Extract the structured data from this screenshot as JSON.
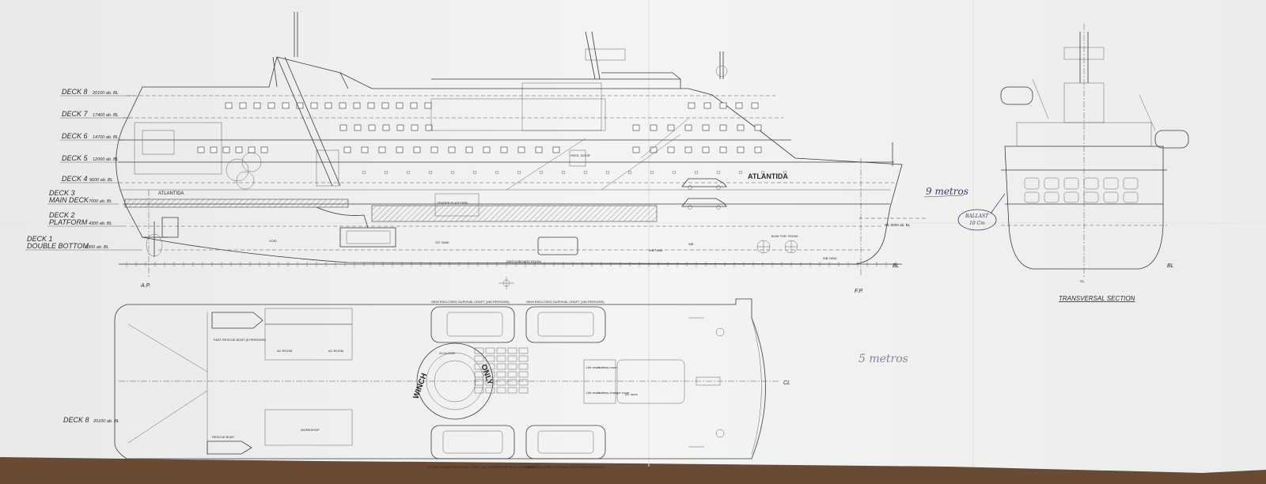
{
  "decks": [
    {
      "name": "DECK 8",
      "height": "20100 ab. BL"
    },
    {
      "name": "DECK 7",
      "height": "17400 ab. BL"
    },
    {
      "name": "DECK 6",
      "height": "14700 ab. BL"
    },
    {
      "name": "DECK 5",
      "height": "12000 ab. BL"
    },
    {
      "name": "DECK 4",
      "height": "9600 ab. BL"
    },
    {
      "name": "DECK 3",
      "sub": "MAIN DECK",
      "height": "7000 ab. BL"
    },
    {
      "name": "DECK 2",
      "sub": "PLATFORM",
      "height": "4300 ab. BL"
    },
    {
      "name": "DECK 1",
      "sub": "DOUBLE BOTTOM",
      "height": "1300 ab. BL"
    }
  ],
  "profile": {
    "ship_name": "ATLANTIDA",
    "ship_name_stern": "ATLANTIDA",
    "ap_label": "A.P.",
    "fp_label": "F.P.",
    "bl_label": "BL",
    "wl_label": "WL 5000 ab. BL",
    "pass_door": "PASS. DOOR",
    "tender_platform": "TENDER PLATFORM",
    "bow_thr_room": "BOW THR. ROOM",
    "annotations": [
      "GO TANK",
      "VOID",
      "WB TANK",
      "WB",
      "WB TANK",
      "SWITCHBOARD ROOM"
    ]
  },
  "plan": {
    "deck_label": "DECK 8",
    "deck_height": "20100 ab. BL",
    "cl_label": "CL",
    "winch_text": "WINCH",
    "only_text": "ONLY",
    "fast_rescue_boat": "FAST RESCUE BOAT (6 PERSONS)",
    "rescue_boat": "RESCUE BOAT",
    "ac_room_1": "AC ROOM",
    "ac_room_2": "AC ROOM",
    "ac_room_3": "AC room",
    "survival_craft_1": "SEMI ENCLOSED SURVIVAL CRAFT (150 PERSONS)",
    "survival_craft_2": "SEMI ENCLOSED SURVIVAL CRAFT (150 PERSONS)",
    "cruise_tender": "CRUISE TENDER/SURVIVAL CRAFT (90 TENDER)/(150 SURV.) PERSONS",
    "survival_craft_3": "SEMI ENCLOSED SURVIVAL CRAFT (150 PERSONS)",
    "life_vests_1": "Life vests",
    "life_vests_2": "Life vests",
    "battery_room": "battery room",
    "battery_changer_room": "battery changer room",
    "date_note": "20.04.2009",
    "workshop": "WORKSHOP"
  },
  "section": {
    "title": "TRANSVERSAL SECTION",
    "cl_label": "CL",
    "bl_label": "BL",
    "note_line1": "BALLAST",
    "note_line2": "10 Cm"
  },
  "handwriting": {
    "note_1": "9 metros",
    "note_2": "5 metros"
  },
  "colors": {
    "paper": "#f1f1ef",
    "ink": "#3b3b3b",
    "backdrop": "#6b4a34",
    "handwriting": "#3a3a6a"
  }
}
